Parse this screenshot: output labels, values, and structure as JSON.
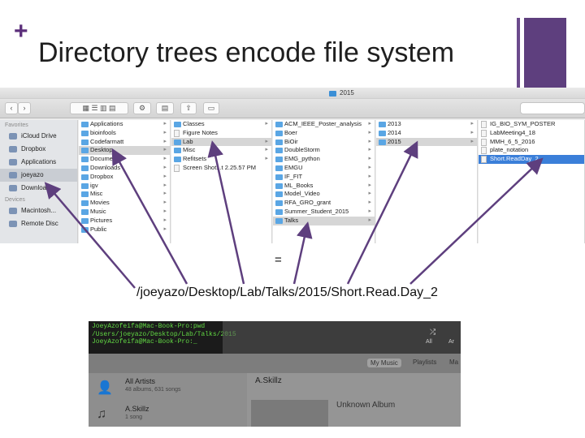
{
  "slide": {
    "plus": "+",
    "title": "Directory trees encode file system",
    "equals": "=",
    "path": "/joeyazo/Desktop/Lab/Talks/2015/Short.Read.Day_2"
  },
  "finder": {
    "window_title": "2015",
    "sidebar": {
      "favorites_header": "Favorites",
      "favorites": [
        "iCloud Drive",
        "Dropbox",
        "Applications",
        "joeyazo",
        "Downloads"
      ],
      "devices_header": "Devices",
      "devices": [
        "Macintosh...",
        "Remote Disc"
      ]
    },
    "columns": [
      [
        "Applications",
        "bioinfools",
        "Codefarmatt",
        "Desktop",
        "Documents",
        "Downloads",
        "Dropbox",
        "igv",
        "Misc",
        "Movies",
        "Music",
        "Pictures",
        "Public"
      ],
      [
        "Classes",
        "Figure Notes",
        "Lab",
        "Misc",
        "Refitsets",
        "Screen Shot...t 2.25.57 PM"
      ],
      [
        "ACM_IEEE_Poster_analysis",
        "Boer",
        "BiOir",
        "DoubleStorm",
        "EMG_python",
        "EMGU",
        "IF_FIT",
        "ML_Books",
        "Model_Video",
        "RFA_GRO_grant",
        "Summer_Student_2015",
        "Talks"
      ],
      [
        "2013",
        "2014",
        "2015"
      ],
      [
        "IG_BIO_SYM_POSTER",
        "LabMeeting4_18",
        "MMH_6_5_2016",
        "plate_notation",
        "Short.ReadDay_2"
      ]
    ]
  },
  "terminal": {
    "lines": [
      "JoeyAzofeifa@Mac-Book-Pro:pwd",
      "/Users/joeyazo/Desktop/Lab/Talks/2015",
      "JoeyAzofeifa@Mac-Book-Pro:_"
    ]
  },
  "itunes": {
    "tabs": [
      "My Music",
      "Playlists",
      "Ma"
    ],
    "lib_rows": [
      {
        "name": "All Artists",
        "sub": "48 albums, 631 songs"
      },
      {
        "name": "A.Skillz",
        "sub": "1 song"
      }
    ],
    "artist": "A.Skillz",
    "album": "Unknown Album",
    "top_tabs": [
      "All",
      "Ar"
    ]
  }
}
